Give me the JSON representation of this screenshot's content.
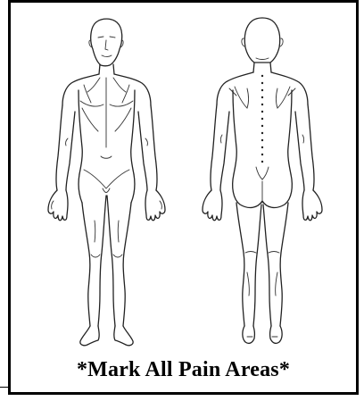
{
  "diagram": {
    "figures": [
      {
        "view": "front",
        "icon": "human-body-front-icon"
      },
      {
        "view": "back",
        "icon": "human-body-back-icon"
      }
    ],
    "caption": "*Mark All Pain Areas*"
  }
}
